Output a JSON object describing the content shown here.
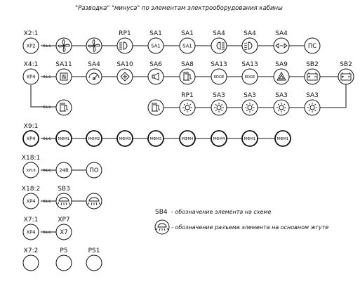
{
  "title": "\"Разводка\" \"минуса\" по элементам электрооборудования кабины",
  "wire_tag": "K-L-L",
  "rows": [
    {
      "labels": [
        "X2:1",
        "",
        "",
        "RP1",
        "SA1",
        "SA1",
        "SA4",
        "SA4",
        "SA4",
        ""
      ],
      "circles": [
        {
          "text": "XP2"
        },
        {
          "icon": "fan-icon"
        },
        {
          "icon": "fan-icon"
        },
        {
          "icon": "headlight-icon"
        },
        {
          "text": "SA1"
        },
        {
          "text": "SA1"
        },
        {
          "icon": "high-beam-icon"
        },
        {
          "icon": "low-beam-icon"
        },
        {
          "icon": "turn-signal-icon"
        },
        {
          "text": "ПС"
        }
      ]
    },
    {
      "labels": [
        "X4:1",
        "SA11",
        "SA4",
        "SA10",
        "SA6",
        "SA8",
        "SA13",
        "SA13",
        "SA9",
        "SB2",
        "SB2"
      ],
      "circles": [
        {
          "text": "XP4"
        },
        {
          "icon": "window-heat-icon"
        },
        {
          "icon": "wiper-icon"
        },
        {
          "icon": "diamond-icon"
        },
        {
          "icon": "horn-icon"
        },
        {
          "icon": "fuel-pump-icon"
        },
        {
          "text": "EDGE"
        },
        {
          "text": "EDGE"
        },
        {
          "icon": "hazard-icon"
        },
        {
          "icon": "battery-icon"
        },
        {
          "icon": "battery-icon"
        }
      ]
    },
    {
      "labels": [
        "",
        "",
        "RP1",
        "SA3",
        "SA3",
        "SA3",
        "SA3"
      ],
      "circles": [
        {
          "icon": "fuel-pump-icon"
        },
        {
          "icon": "fuel-pump-icon"
        },
        {
          "icon": "sun-icon"
        },
        {
          "icon": "sun-icon"
        },
        {
          "icon": "sun-icon"
        },
        {
          "icon": "sun-icon"
        },
        {
          "icon": "sun-icon"
        }
      ]
    },
    {
      "labels": [
        "X9:1"
      ],
      "circles": [
        {
          "text": "XP4"
        },
        {
          "text": "МФМ1"
        },
        {
          "text": "МФМ2"
        },
        {
          "text": "МФМ3"
        },
        {
          "text": "МФМ3"
        },
        {
          "text": "МФМ4"
        },
        {
          "text": "МФМ4"
        },
        {
          "text": "МФМ1"
        },
        {
          "text": "МФМ1"
        }
      ]
    },
    {
      "labels": [
        "X18:1"
      ],
      "circles": [
        {
          "text": "XP18"
        },
        {
          "text": "24В"
        },
        {
          "text": "ПО"
        }
      ]
    },
    {
      "labels": [
        "X18:2",
        "SB3"
      ],
      "circles": [
        {
          "text": "XP4"
        },
        {
          "icon": "dome-lamp-icon"
        },
        {
          "icon": "dome-lamp-icon"
        }
      ]
    },
    {
      "labels": [
        "X7:1",
        "XP7"
      ],
      "circles": [
        {
          "text": "XP4"
        },
        {
          "text": "X7"
        }
      ]
    },
    {
      "labels": [
        "X7:2",
        "P5",
        "PS1"
      ],
      "circles": [
        {
          "text": ""
        },
        {
          "text": ""
        },
        {
          "text": ""
        }
      ]
    }
  ],
  "legend": {
    "line1_code": "SB4",
    "line1_text": "- обозначение элемента на схеме",
    "line2_text": "- обозначение разъема элемента на основном жгуте",
    "line2_icon": "dome-lamp-icon"
  }
}
